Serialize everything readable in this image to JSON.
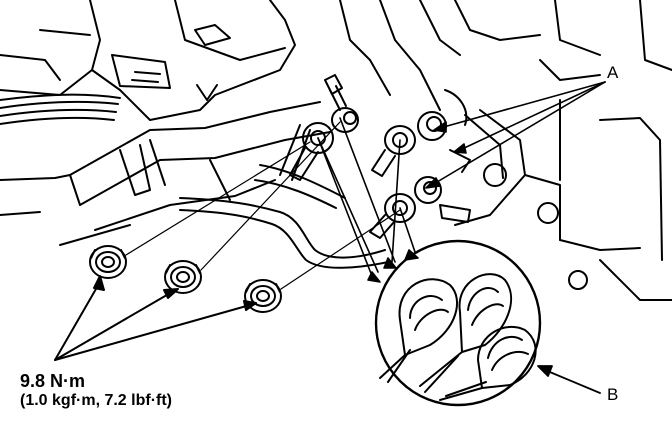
{
  "callouts": {
    "a": "A",
    "b": "B"
  },
  "torque": {
    "nm": "9.8 N·m",
    "kgf": "(1.0 kgf·m, 7.2 lbf·ft)"
  },
  "colors": {
    "ink": "#000000",
    "paper": "#ffffff"
  }
}
